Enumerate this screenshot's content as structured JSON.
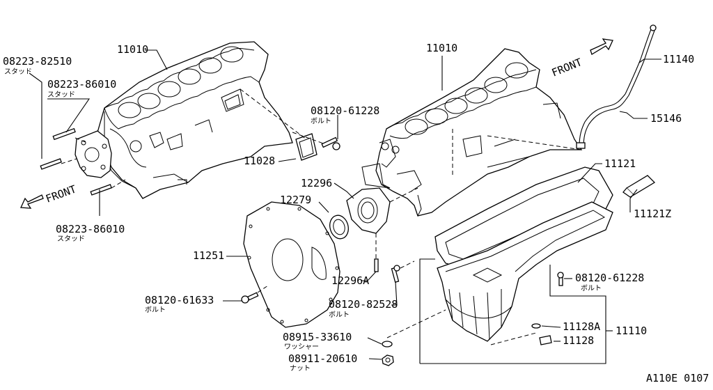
{
  "labels": {
    "block_left": "11010",
    "block_right": "11010",
    "stud_a": "08223-82510",
    "stud_a_jp": "スタッド",
    "stud_b": "08223-86010",
    "stud_b_jp": "スタッド",
    "stud_c": "08223-86010",
    "stud_c_jp": "スタッド",
    "front_left": "FRONT",
    "front_right": "FRONT",
    "bolt_top": "08120-61228",
    "bolt_top_jp": "ボルト",
    "gasket_11028": "11028",
    "seal_12296": "12296",
    "seal_12279": "12279",
    "plate_11251": "11251",
    "bolt_12296a": "12296A",
    "bolt_61633": "08120-61633",
    "bolt_61633_jp": "ボルト",
    "bolt_82528": "08120-82528",
    "bolt_82528_jp": "ボルト",
    "washer": "08915-33610",
    "washer_jp": "ワッシャー",
    "nut": "08911-20610",
    "nut_jp": "ナット",
    "gauge_11140": "11140",
    "tube_15146": "15146",
    "gasket_11121": "11121",
    "sealant_11121z": "11121Z",
    "bolt_pan": "08120-61228",
    "bolt_pan_jp": "ボルト",
    "plug_11128a": "11128A",
    "plug_11128": "11128",
    "pan_11110": "11110",
    "diagram_code": "A110E 0107"
  }
}
